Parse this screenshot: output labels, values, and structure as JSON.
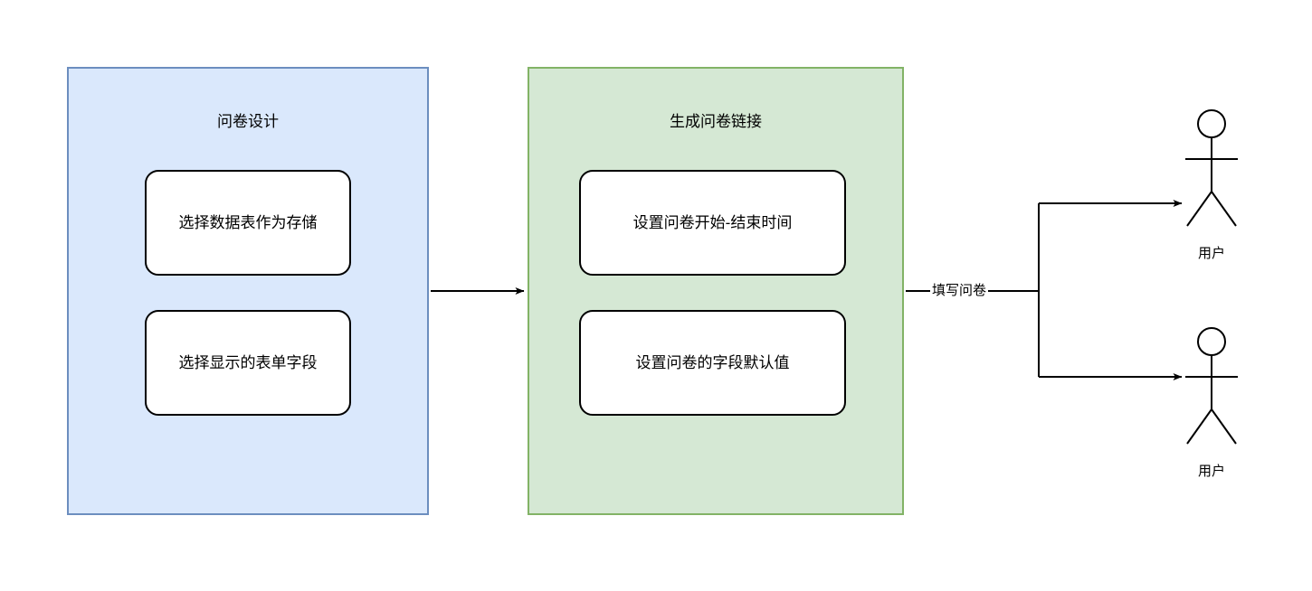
{
  "diagram": {
    "background_color": "#ffffff",
    "groups": [
      {
        "id": "design",
        "title": "问卷设计",
        "fill_color": "#dae8fc",
        "border_color": "#6c8ebf",
        "nodes": [
          {
            "id": "pick-table",
            "label": "选择数据表作为存储"
          },
          {
            "id": "pick-fields",
            "label": "选择显示的表单字段"
          }
        ]
      },
      {
        "id": "generate-link",
        "title": "生成问卷链接",
        "fill_color": "#d5e8d4",
        "border_color": "#82b366",
        "nodes": [
          {
            "id": "set-time",
            "label": "设置问卷开始-结束时间"
          },
          {
            "id": "set-defaults",
            "label": "设置问卷的字段默认值"
          }
        ]
      }
    ],
    "edges": [
      {
        "id": "design-to-link",
        "label": ""
      },
      {
        "id": "link-to-users",
        "label": "填写问卷"
      }
    ],
    "actors": [
      {
        "id": "user-top",
        "label": "用户",
        "icon": "stick-figure-icon"
      },
      {
        "id": "user-bottom",
        "label": "用户",
        "icon": "stick-figure-icon"
      }
    ]
  }
}
